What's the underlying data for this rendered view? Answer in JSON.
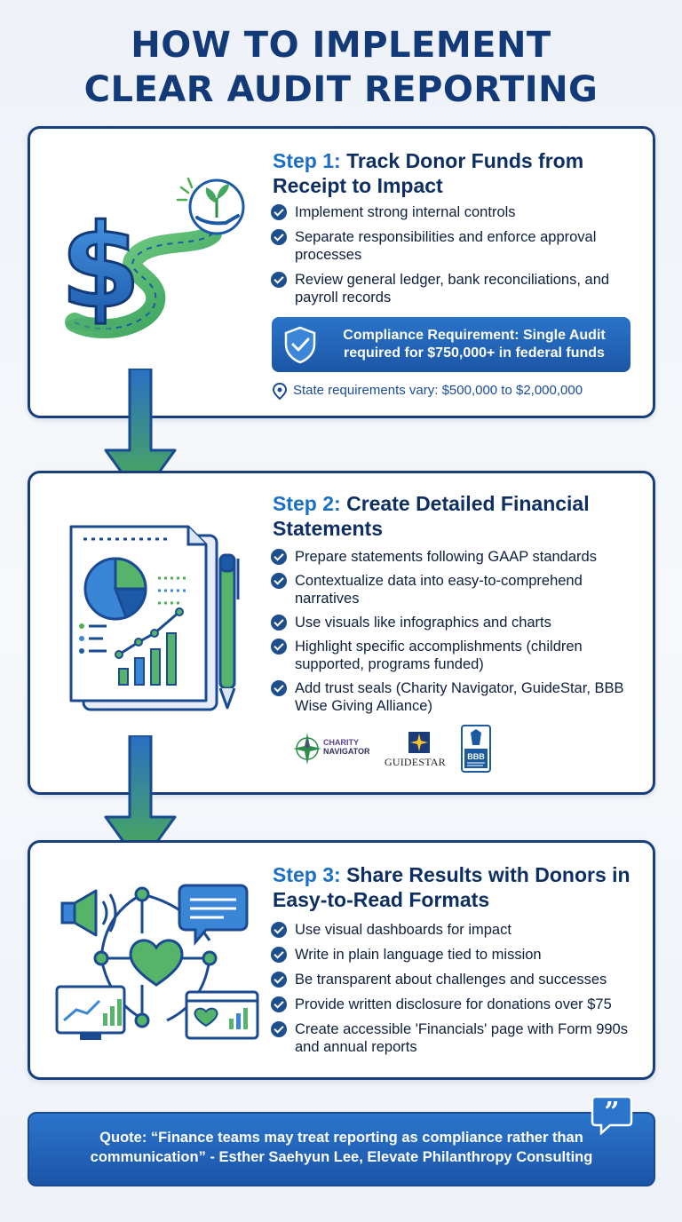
{
  "title": {
    "line1": "HOW TO IMPLEMENT",
    "line2": "CLEAR AUDIT REPORTING"
  },
  "step1": {
    "label": "Step 1:",
    "heading": "Track Donor Funds from Receipt to Impact",
    "bullets": [
      "Implement strong internal controls",
      "Separate responsibilities and enforce approval processes",
      "Review general ledger, bank reconciliations, and payroll records"
    ],
    "compliance": "Compliance Requirement: Single Audit required for $750,000+ in federal funds",
    "state_note": "State requirements vary: $500,000 to $2,000,000",
    "icons": [
      "dollar-sign-icon",
      "road-icon",
      "plant-in-hand-icon",
      "shield-check-icon",
      "location-pin-icon"
    ]
  },
  "step2": {
    "label": "Step 2:",
    "heading": "Create Detailed Financial Statements",
    "bullets": [
      "Prepare statements following GAAP standards",
      "Contextualize data into easy-to-comprehend narratives",
      "Use visuals like infographics and charts",
      "Highlight specific accomplishments (children supported, programs funded)",
      "Add trust seals (Charity Navigator, GuideStar, BBB Wise Giving Alliance)"
    ],
    "seals": {
      "charity_navigator_line1": "CHARITY",
      "charity_navigator_line2": "NAVIGATOR",
      "guidestar": "GUIDESTAR",
      "bbb": "BBB"
    },
    "icons": [
      "financial-report-icon",
      "pie-chart-icon",
      "bar-chart-icon",
      "pen-icon"
    ]
  },
  "step3": {
    "label": "Step 3:",
    "heading": "Share Results with Donors in Easy-to-Read Formats",
    "bullets": [
      "Use visual dashboards for impact",
      "Write in plain language tied to mission",
      "Be transparent about challenges and successes",
      "Provide written disclosure for donations over $75",
      "Create accessible 'Financials' page with Form 990s and annual reports"
    ],
    "icons": [
      "megaphone-icon",
      "chat-bubble-icon",
      "heart-icon",
      "monitor-chart-icon",
      "browser-heart-icon"
    ]
  },
  "quote": {
    "text": "Quote: “Finance teams may treat reporting as compliance rather than communication” - Esther Saehyun Lee, Elevate Philanthropy Consulting"
  },
  "colors": {
    "navy": "#123a78",
    "blue": "#1b6fc4",
    "green": "#4caf50",
    "card_border": "#173f7d"
  }
}
